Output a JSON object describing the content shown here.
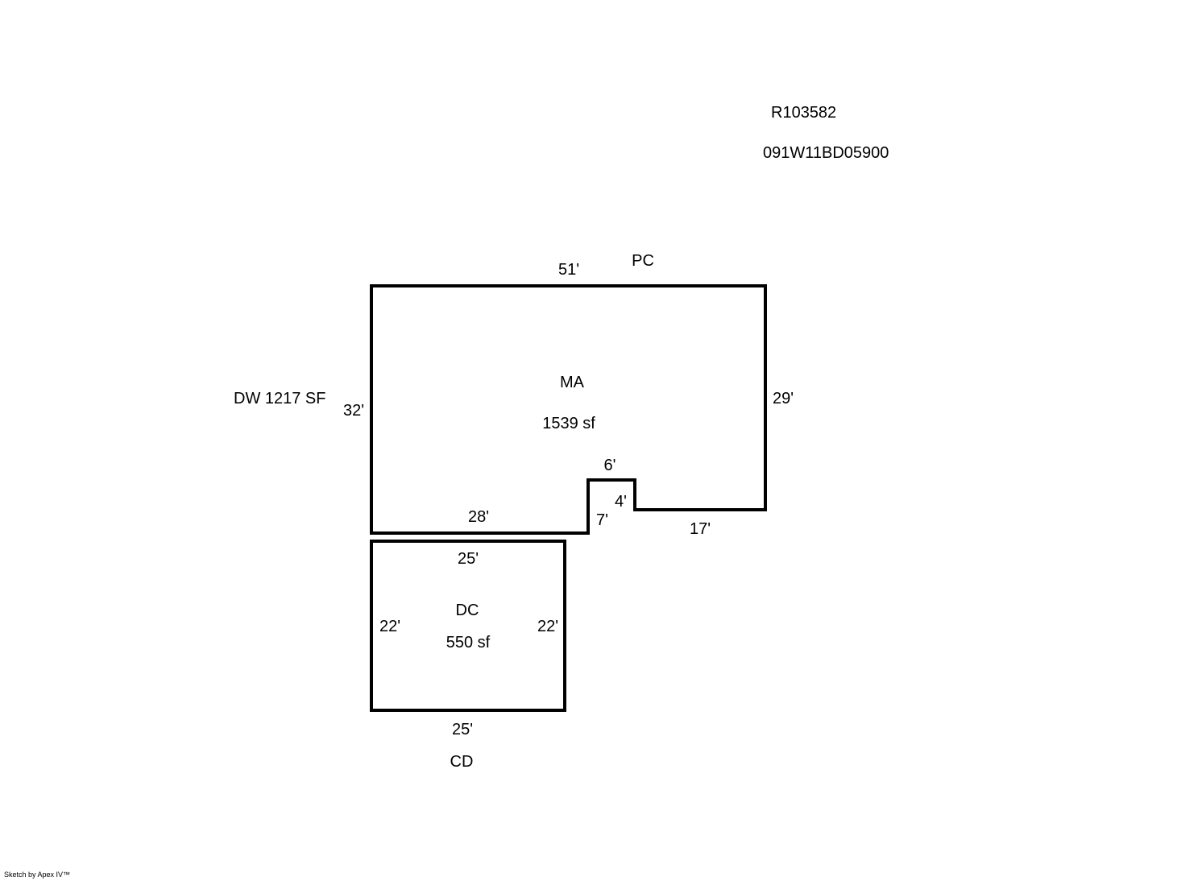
{
  "header": {
    "record_id": "R103582",
    "parcel_id": "091W11BD05900"
  },
  "areas": {
    "main": {
      "code": "MA",
      "area": "1539 sf"
    },
    "garage": {
      "code": "DC",
      "area": "550 sf"
    },
    "dw_note": "DW  1217 SF",
    "pc_label": "PC",
    "cd_label": "CD"
  },
  "dimensions": {
    "main_top": "51'",
    "main_left": "32'",
    "main_right": "29'",
    "main_bottom_left": "28'",
    "notch_left": "7'",
    "notch_top": "6'",
    "notch_right": "4'",
    "main_bottom_right": "17'",
    "garage_top": "25'",
    "garage_bottom": "25'",
    "garage_left": "22'",
    "garage_right": "22'"
  },
  "footer": "Sketch by Apex IV™",
  "colors": {
    "line": "#000000",
    "background": "#ffffff"
  }
}
